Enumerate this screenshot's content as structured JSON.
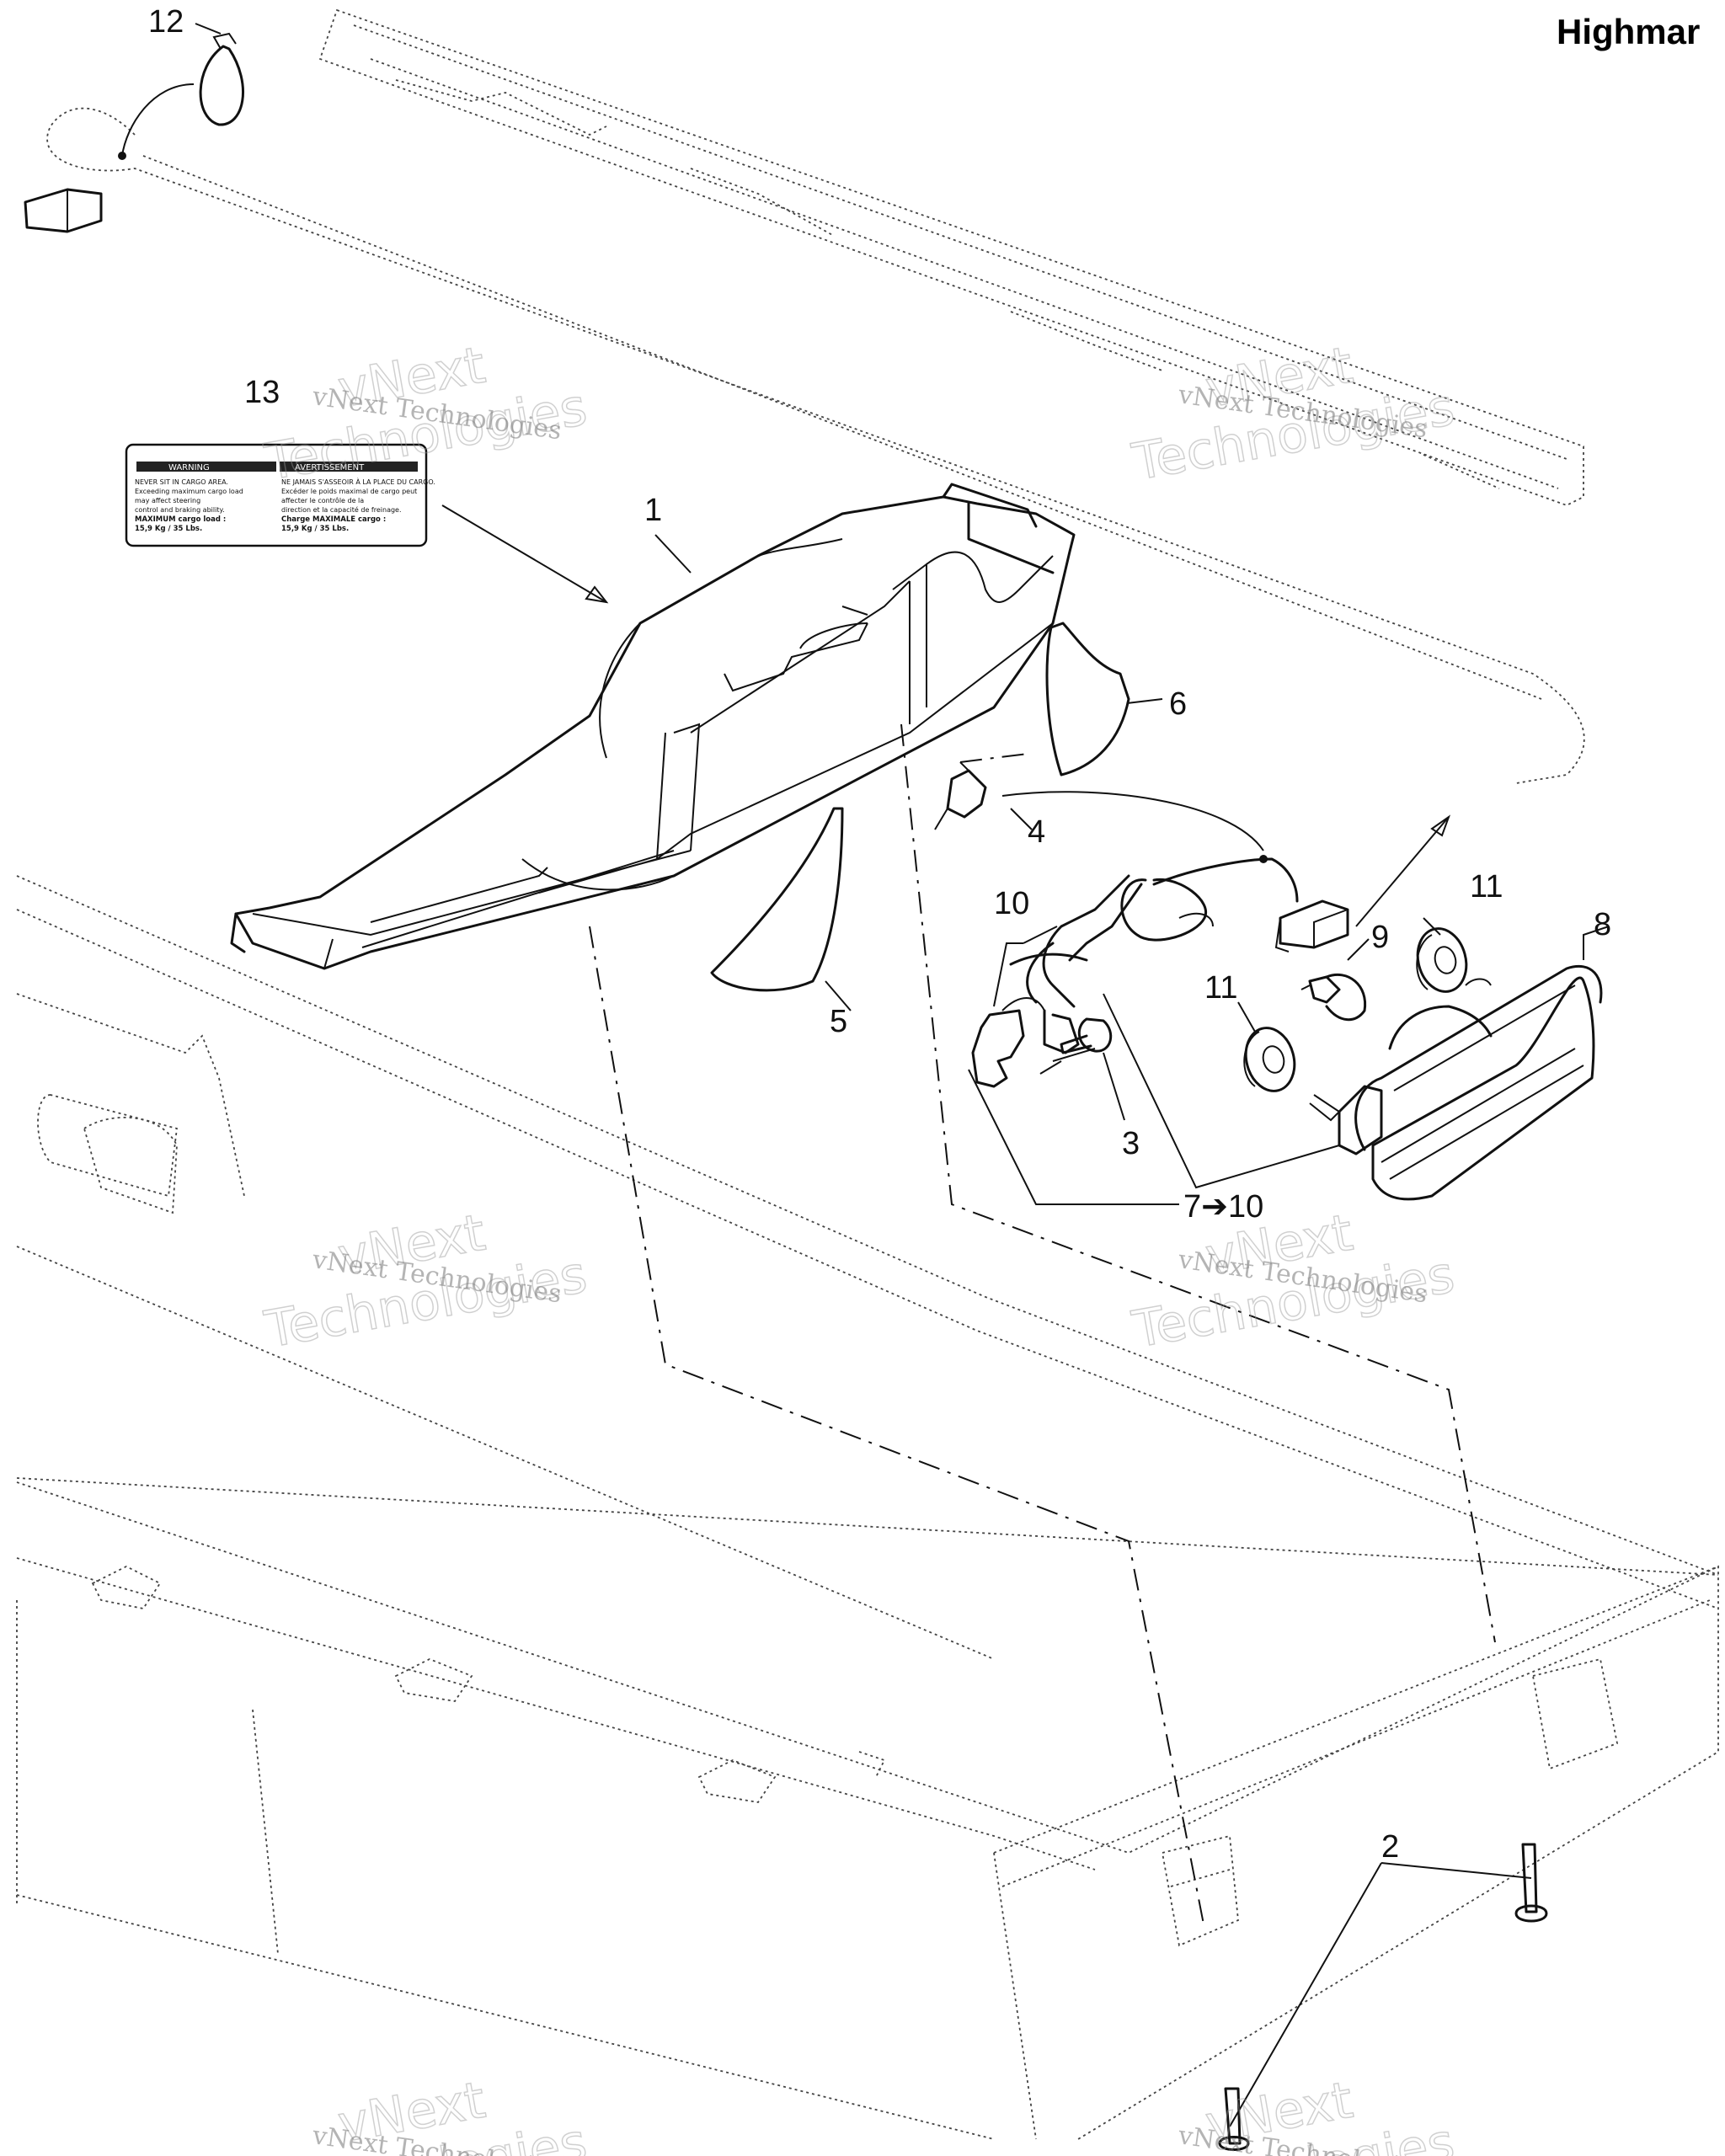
{
  "diagram": {
    "title": "Highmar",
    "watermark": {
      "line1": "vNext Technologies",
      "line2": "vNext",
      "line3": "Technologies"
    },
    "callouts": [
      {
        "id": "c1",
        "text": "1"
      },
      {
        "id": "c2",
        "text": "2"
      },
      {
        "id": "c3",
        "text": "3"
      },
      {
        "id": "c4",
        "text": "4"
      },
      {
        "id": "c5",
        "text": "5"
      },
      {
        "id": "c6",
        "text": "6"
      },
      {
        "id": "c7",
        "text": "7➔10"
      },
      {
        "id": "c8",
        "text": "8"
      },
      {
        "id": "c9",
        "text": "9"
      },
      {
        "id": "c10",
        "text": "10"
      },
      {
        "id": "c11a",
        "text": "11"
      },
      {
        "id": "c11b",
        "text": "11"
      },
      {
        "id": "c12",
        "text": "12"
      },
      {
        "id": "c13",
        "text": "13"
      }
    ],
    "label_13": {
      "heading_left": "WARNING",
      "heading_right": "AVERTISSEMENT",
      "left_lines": [
        "NEVER SIT IN CARGO AREA.",
        "Exceeding maximum cargo load",
        "may affect steering",
        "control and braking ability.",
        "MAXIMUM cargo load :",
        "15,9 Kg / 35 Lbs."
      ],
      "right_lines": [
        "NE JAMAIS S'ASSEOIR À LA PLACE DU CARGO.",
        "Excéder le poids maximal de cargo peut",
        "affecter le contrôle de la",
        "direction et la capacité de freinage.",
        "Charge MAXIMALE cargo :",
        "15,9 Kg / 35 Lbs."
      ]
    }
  }
}
